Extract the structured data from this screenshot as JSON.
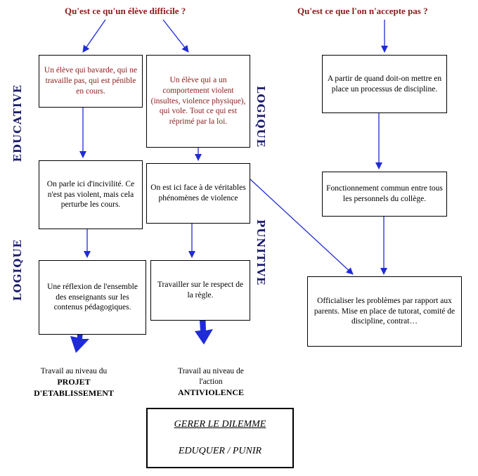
{
  "questions": {
    "left": "Qu'est ce qu'un élève difficile ?",
    "right": "Qu'est ce que l'on n'accepte pas ?"
  },
  "boxes": {
    "bavarde": "Un élève qui bavarde, qui ne travaille pas, qui est pénible en cours.",
    "violent": "Un élève qui a un comportement violent (insultes, violence physique), qui vole. Tout ce qui est réprimé par la loi.",
    "incivilite": "On parle ici d'incivilité. Ce n'est pas violent, mais cela perturbe les cours.",
    "phenomenes": "On est ici face à de véritables phénomènes de violence",
    "reflexion": "Une réflexion de l'ensemble des enseignants sur les contenus pédagogiques.",
    "respect": "Travailler sur le respect de la règle.",
    "quand": "A partir de quand doit-on mettre en place un processus de discipline.",
    "fonctionnement": "Fonctionnement commun entre tous les personnels du collège.",
    "officialiser": "Officialiser les problèmes par rapport aux parents. Mise en place de tutorat, comité de discipline, contrat…"
  },
  "side_labels": {
    "educative": "EDUCATIVE",
    "logique_left": "LOGIQUE",
    "logique_right": "LOGIQUE",
    "punitive": "PUNITIVE"
  },
  "outcomes": {
    "projet_line": "Travail au niveau du",
    "projet_bold": "PROJET D'ETABLISSEMENT",
    "antiviolence_line": "Travail au niveau de l'action",
    "antiviolence_bold": "ANTIVIOLENCE"
  },
  "dilemma": {
    "title": "GERER LE DILEMME",
    "subtitle": "EDUQUER / PUNIR"
  },
  "colors": {
    "question_text": "#8b1a1a",
    "side_label": "#1a1a6e",
    "arrow": "#1f2bd6"
  }
}
